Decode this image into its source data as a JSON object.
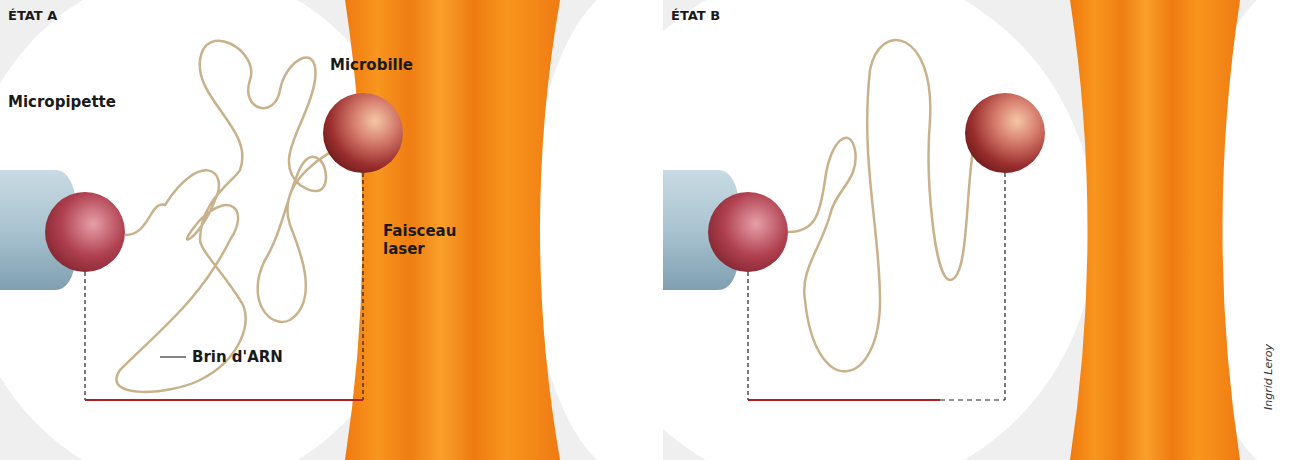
{
  "diagram": {
    "labels": [
      "ÉTAT A",
      "Micropipette",
      "Microbille",
      "Faisceau laser",
      "Brin d'ARN",
      "ÉTAT B",
      "Ingrid Leroy"
    ]
  }
}
